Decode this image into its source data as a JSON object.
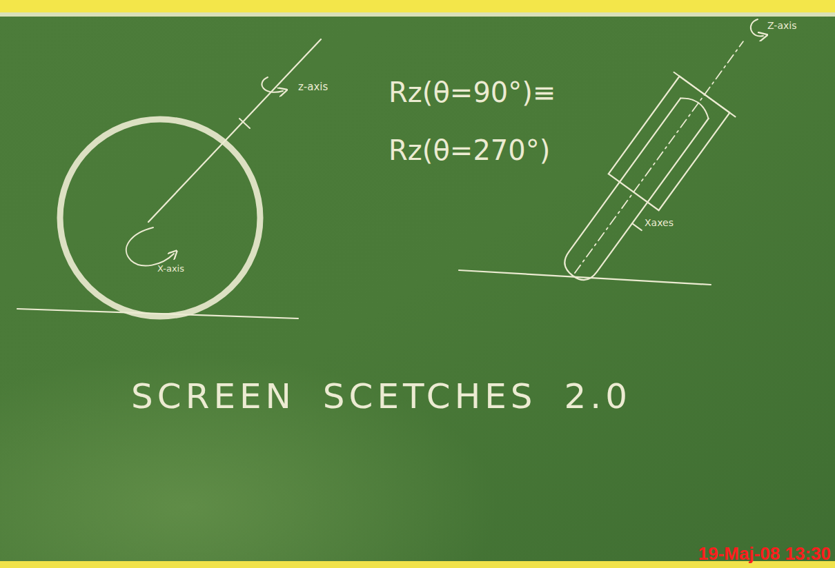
{
  "diagram": {
    "title": "SCREEN SCETCHES 2.0",
    "labels": [
      "z-axis",
      "X-axis",
      "Rz(θ=90°)≡",
      "Rz(θ=270°)",
      "Z-axis",
      "Xaxes",
      "19-Maj-08 13:30"
    ]
  }
}
